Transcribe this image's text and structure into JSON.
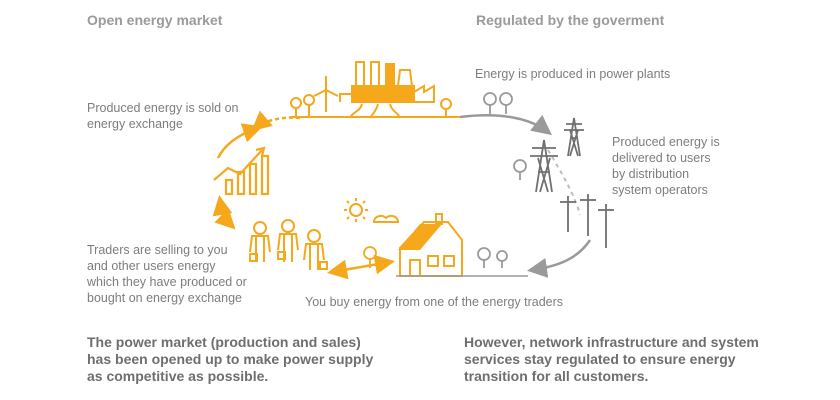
{
  "left_column": {
    "heading": "Open energy market",
    "sold_on_exchange": [
      "Produced energy is sold on",
      "energy exchange"
    ],
    "traders_selling": [
      "Traders are selling to you",
      "and other users energy",
      "which they have produced or",
      "bought on energy exchange"
    ],
    "summary": [
      "The power market (production and sales)",
      "has been opened up to make power supply",
      "as competitive as possible."
    ]
  },
  "right_column": {
    "heading": "Regulated by the goverment",
    "produced_in_plants": "Energy is produced in power plants",
    "delivered_to_users": [
      "Produced energy is",
      "delivered to users",
      "by distribution",
      "system operators"
    ],
    "summary": [
      "However, network infrastructure and system",
      "services stay regulated to ensure energy",
      "transition for all customers."
    ]
  },
  "bottom_caption": "You buy energy from one of the energy traders",
  "colors": {
    "market": "#f5a81c",
    "regulated": "#8c8c8c",
    "text": "#7d7d7d"
  },
  "icons": [
    "power-plant-icon",
    "wind-turbine-icon",
    "tree-icon",
    "transmission-tower-icon",
    "utility-pole-icon",
    "bar-chart-icon",
    "trader-icon",
    "sun-icon",
    "cloud-icon",
    "house-icon"
  ]
}
